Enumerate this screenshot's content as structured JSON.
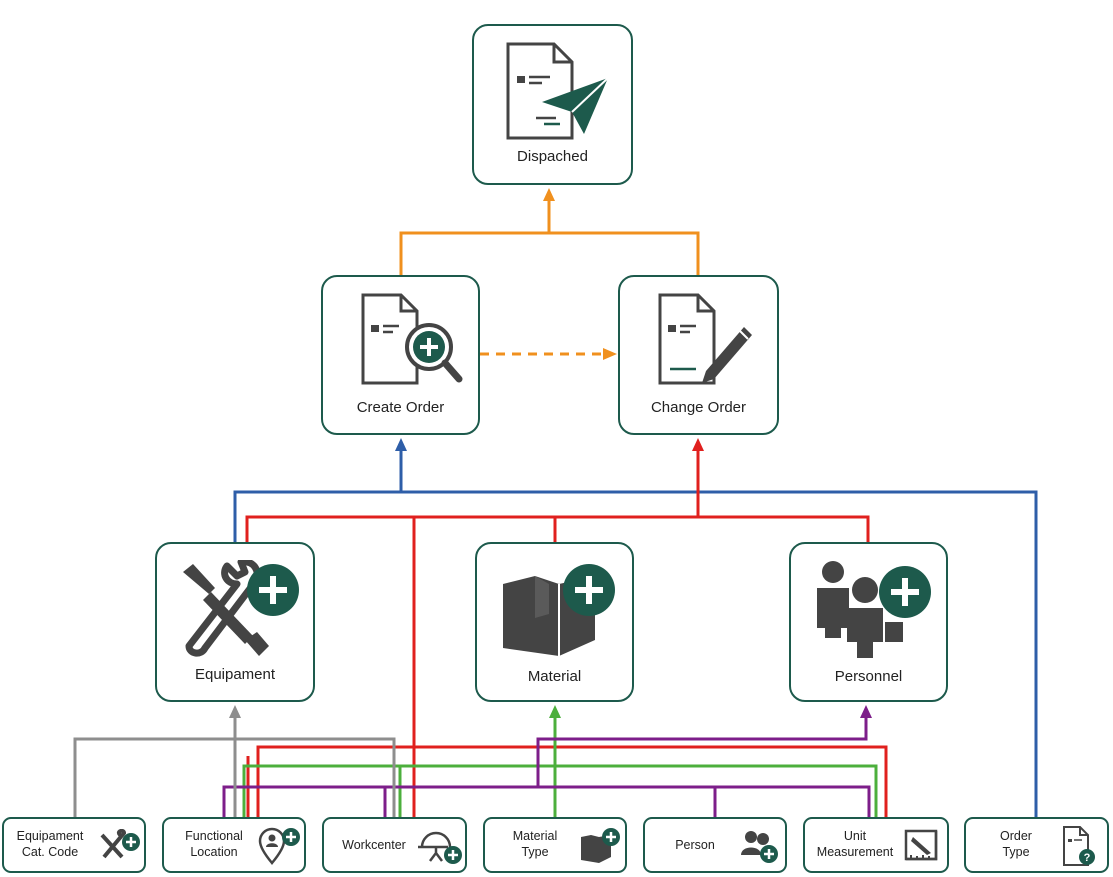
{
  "nodes": {
    "dispatched": "Dispached",
    "create_order": "Create Order",
    "change_order": "Change Order",
    "equipment": "Equipament",
    "material": "Material",
    "personnel": "Personnel"
  },
  "sources": {
    "equipment_cat_code": [
      "Equipament",
      "Cat. Code"
    ],
    "functional_location": [
      "Functional",
      "Location"
    ],
    "workcenter": "Workcenter",
    "material_type": [
      "Material",
      "Type"
    ],
    "person": "Person",
    "unit_measurement": [
      "Unit",
      "Measurement"
    ],
    "order_type": [
      "Order",
      "Type"
    ]
  },
  "colors": {
    "border": "#1d5a4c",
    "accent": "#1d5a4c",
    "orange": "#f0901e",
    "blue": "#2e5ea8",
    "red": "#e0201e",
    "green": "#4caf3c",
    "purple": "#7d1e8a",
    "gray": "#8e8e8e"
  },
  "icons": {
    "dispatched": "document-paper-plane-icon",
    "create_order": "document-magnifier-plus-icon",
    "change_order": "document-pencil-icon",
    "equipment": "wrench-screwdriver-plus-icon",
    "material": "box-plus-icon",
    "personnel": "people-plus-icon"
  }
}
